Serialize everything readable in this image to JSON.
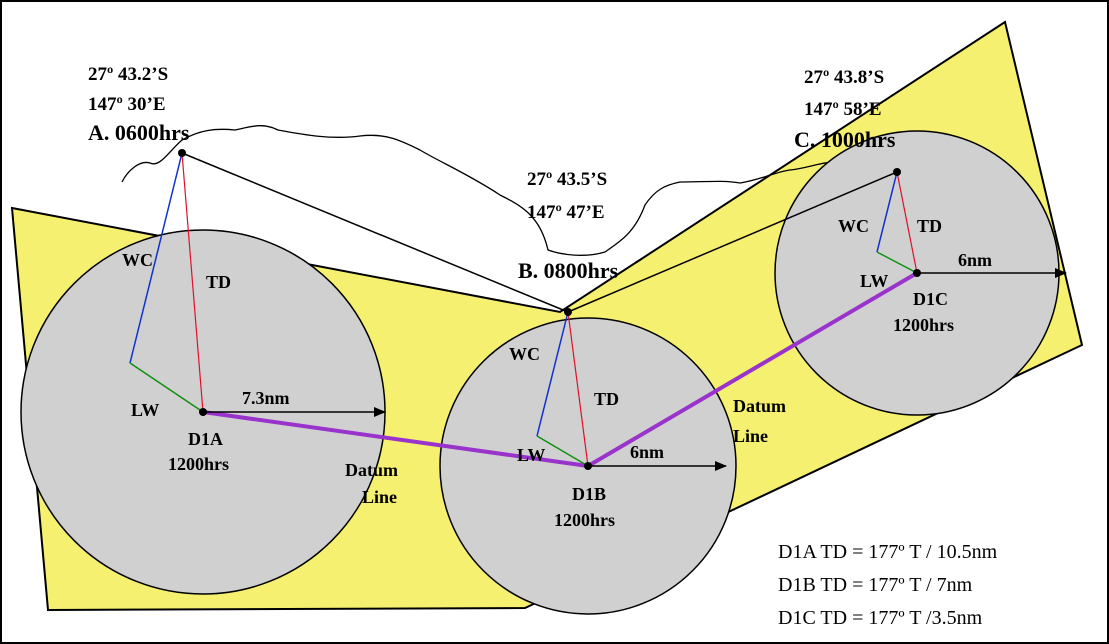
{
  "positions": {
    "a": {
      "lat": "27º 43.2’S",
      "lon": "147º 30’E",
      "label": "A.  0600hrs"
    },
    "b": {
      "lat": "27º 43.5’S",
      "lon": "147º 47’E",
      "label": "B.  0800hrs"
    },
    "c": {
      "lat": "27º 43.8’S",
      "lon": "147º 58’E",
      "label": "C.  1000hrs"
    }
  },
  "datums": {
    "d1a": {
      "name": "D1A",
      "time": "1200hrs",
      "radius": "7.3nm"
    },
    "d1b": {
      "name": "D1B",
      "time": "1200hrs",
      "radius": "6nm"
    },
    "d1c": {
      "name": "D1C",
      "time": "1200hrs",
      "radius": "6nm"
    }
  },
  "vector_labels": {
    "wc": "WC",
    "td": "TD",
    "lw": "LW"
  },
  "datum_line_label": {
    "line1": "Datum",
    "line2": "Line"
  },
  "summary": [
    "D1A TD = 177º  T / 10.5nm",
    "D1B TD = 177º  T / 7nm",
    "D1C TD = 177º  T /3.5nm"
  ],
  "colors": {
    "search_area": "#f5f070",
    "circle_fill": "#d0d0d0",
    "datum_line": "#9933cc",
    "td_vector": "#e0102a",
    "wc_vector": "#1030d0",
    "lw_vector": "#109010",
    "track": "#000000"
  }
}
